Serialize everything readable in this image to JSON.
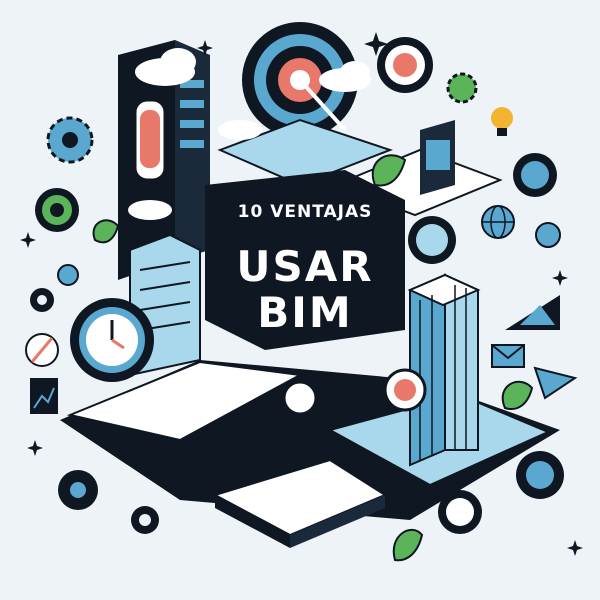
{
  "headline": {
    "subtitle": "10 VENTAJAS",
    "title_line1": "USAR",
    "title_line2": "BIM"
  },
  "colors": {
    "background": "#eef3f7",
    "dark": "#0f1722",
    "accent_blue": "#5aa7cf",
    "light_blue": "#a9d8ec",
    "accent_pink": "#e8786a",
    "accent_green": "#5bb35a",
    "accent_yellow": "#f3b431",
    "white": "#ffffff"
  },
  "icons": [
    "gear-icon",
    "target-icon",
    "lightbulb-icon",
    "leaf-icon",
    "globe-icon",
    "envelope-icon",
    "paper-plane-icon",
    "clock-icon",
    "compass-icon",
    "cloud-icon",
    "chart-icon"
  ]
}
